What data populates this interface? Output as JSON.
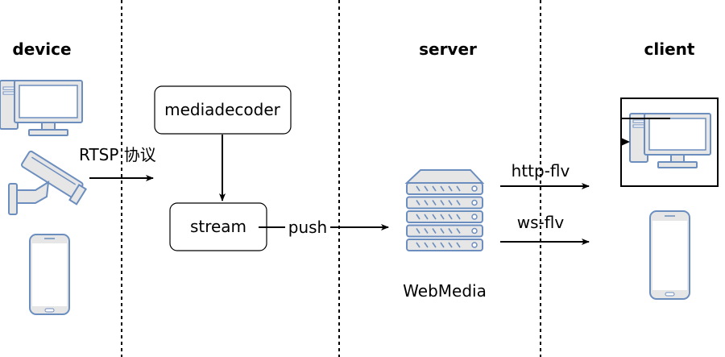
{
  "columns": {
    "device": "device",
    "server": "server",
    "client": "client"
  },
  "nodes": {
    "mediadecoder": "mediadecoder",
    "stream": "stream",
    "webmedia": "WebMedia"
  },
  "edges": {
    "rtsp": "RTSP 协议",
    "push": "push",
    "http_flv": "http-flv",
    "ws_flv": "ws-flv"
  },
  "icons": {
    "device_computer": "desktop-computer-icon",
    "device_camera": "security-camera-icon",
    "device_phone": "mobile-phone-icon",
    "server": "server-rack-icon",
    "client_computer": "desktop-computer-icon",
    "client_phone": "mobile-phone-icon"
  },
  "colors": {
    "icon_fill": "#e6e6e6",
    "icon_stroke": "#6c8ebf",
    "screen_fill": "#ffffff",
    "line": "#000000"
  }
}
